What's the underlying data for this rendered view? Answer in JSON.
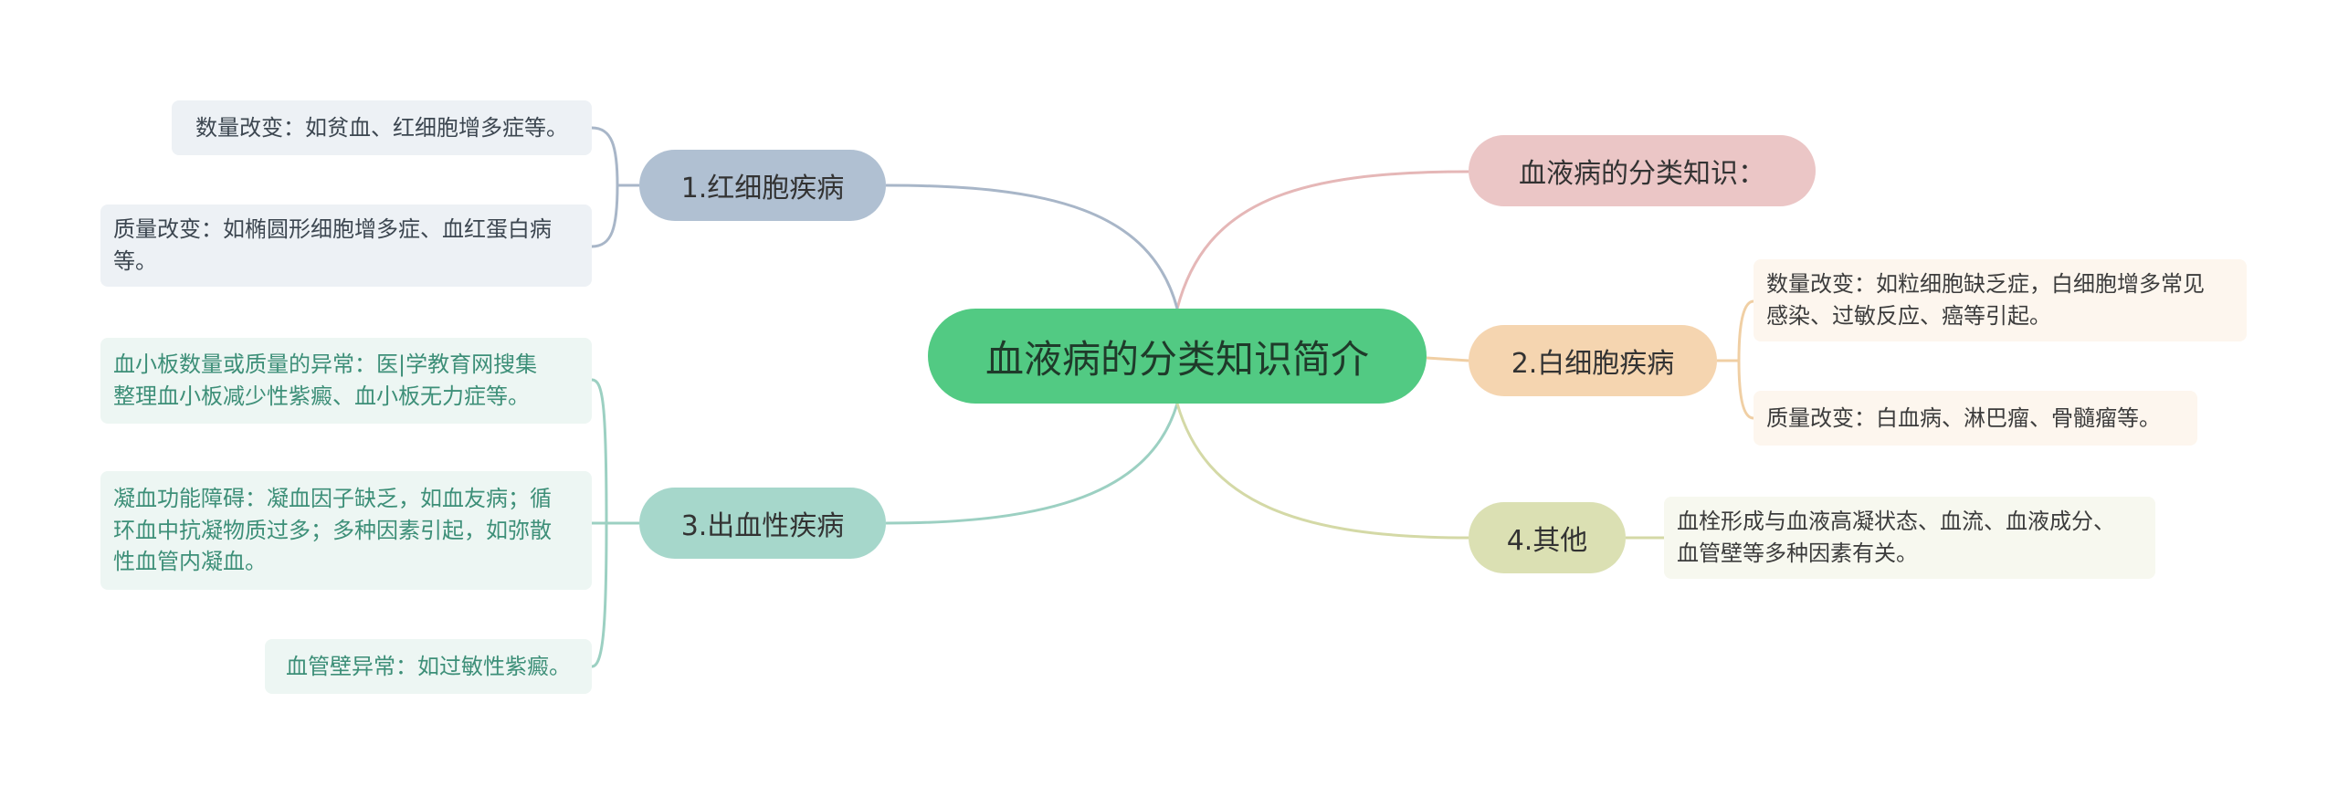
{
  "mindmap": {
    "root": "血液病的分类知识简介",
    "top_note": "血液病的分类知识：",
    "branches": [
      {
        "label": "1.红细胞疾病",
        "color": "#b0c0d2",
        "leaves": [
          "数量改变：如贫血、红细胞增多症等。",
          [
            "质量改变：如椭圆形细胞增多症、血红蛋白病",
            "等。"
          ]
        ]
      },
      {
        "label": "2.白细胞疾病",
        "color": "#f5d5b0",
        "leaves": [
          [
            "数量改变：如粒细胞缺乏症，白细胞增多常见",
            "感染、过敏反应、癌等引起。"
          ],
          "质量改变：白血病、淋巴瘤、骨髓瘤等。"
        ]
      },
      {
        "label": "3.出血性疾病",
        "color": "#a6d7cb",
        "leaves": [
          [
            "血小板数量或质量的异常：医|学教育网搜集",
            "整理血小板减少性紫癜、血小板无力症等。"
          ],
          [
            "凝血功能障碍：凝血因子缺乏，如血友病；循",
            "环血中抗凝物质过多；多种因素引起，如弥散",
            "性血管内凝血。"
          ],
          "血管壁异常：如过敏性紫癜。"
        ]
      },
      {
        "label": "4.其他",
        "color": "#dbe0b3",
        "leaves": [
          [
            "血栓形成与血液高凝状态、血流、血液成分、",
            "血管壁等多种因素有关。"
          ]
        ]
      }
    ]
  },
  "colors": {
    "root": "#52ca83",
    "top_note": "#ebc6c6"
  }
}
